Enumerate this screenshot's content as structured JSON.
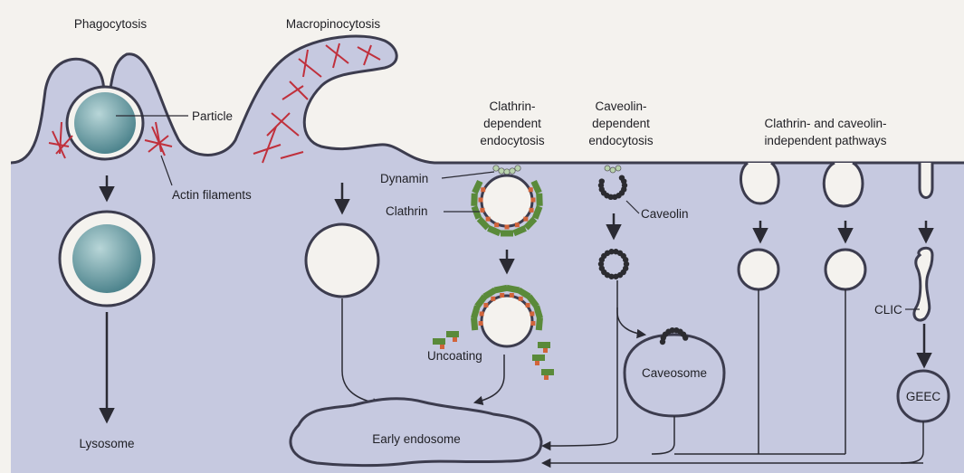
{
  "colors": {
    "background": "#f4f2ee",
    "cytoplasm": "#c6c9e0",
    "membrane": "#3c3c4e",
    "actin": "#c0303c",
    "particle": "#6b9ea6",
    "clathrin_green": "#5a8a3a",
    "clathrin_orange": "#d2643a",
    "dynamin": "#b9d3ad",
    "caveolin": "#2b2b30"
  },
  "pathways": {
    "phagocytosis": {
      "title": "Phagocytosis",
      "particle_label": "Particle",
      "actin_label": "Actin filaments",
      "destination": "Lysosome"
    },
    "macropinocytosis": {
      "title": "Macropinocytosis"
    },
    "clathrin": {
      "title_lines": [
        "Clathrin-",
        "dependent",
        "endocytosis"
      ],
      "dynamin_label": "Dynamin",
      "clathrin_label": "Clathrin",
      "uncoating_label": "Uncoating"
    },
    "caveolin": {
      "title_lines": [
        "Caveolin-",
        "dependent",
        "endocytosis"
      ],
      "caveolin_label": "Caveolin",
      "caveosome_label": "Caveosome"
    },
    "independent": {
      "title_lines": [
        "Clathrin- and caveolin-",
        "independent pathways"
      ],
      "clic_label": "CLIC",
      "geec_label": "GEEC"
    }
  },
  "early_endosome_label": "Early endosome"
}
